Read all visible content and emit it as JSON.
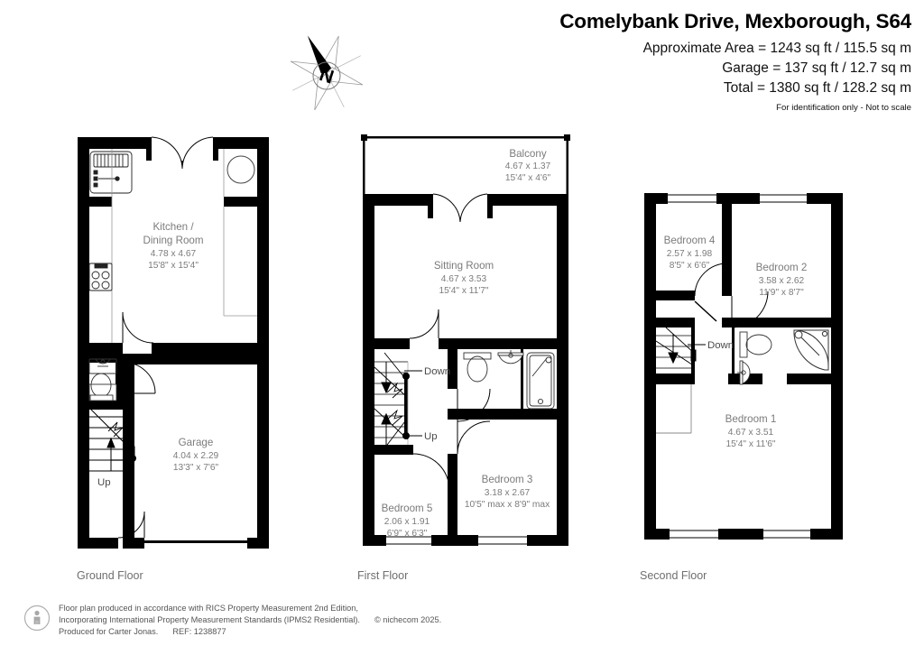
{
  "header": {
    "title": "Comelybank Drive, Mexborough, S64",
    "areas": [
      "Approximate Area = 1243 sq ft / 115.5 sq m",
      "Garage = 137 sq ft / 12.7 sq m",
      "Total = 1380 sq ft / 128.2 sq m"
    ],
    "disclaimer": "For identification only - Not to scale"
  },
  "compass": {
    "north_label": "N",
    "icon": "compass-rose-icon"
  },
  "floors": [
    {
      "id": "ground",
      "label": "Ground Floor",
      "rooms": [
        {
          "name": "Kitchen /",
          "name2": "Dining Room",
          "dim_m": "4.78 x 4.67",
          "dim_ft": "15'8\" x 15'4\""
        },
        {
          "name": "Garage",
          "dim_m": "4.04 x 2.29",
          "dim_ft": "13'3\" x 7'6\""
        }
      ],
      "stairs": [
        {
          "label": "Up"
        }
      ],
      "fixtures": [
        "sink-icon",
        "hob-icon",
        "wc-toilet-icon",
        "wc-basin-icon",
        "round-table-icon"
      ]
    },
    {
      "id": "first",
      "label": "First Floor",
      "rooms": [
        {
          "name": "Balcony",
          "dim_m": "4.67 x 1.37",
          "dim_ft": "15'4\" x 4'6\""
        },
        {
          "name": "Sitting Room",
          "dim_m": "4.67 x 3.53",
          "dim_ft": "15'4\" x 11'7\""
        },
        {
          "name": "Bedroom 3",
          "dim_m": "3.18 x 2.67",
          "dim_ft": "10'5\" max x 8'9\" max"
        },
        {
          "name": "Bedroom 5",
          "dim_m": "2.06 x 1.91",
          "dim_ft": "6'9\" x 6'3\""
        }
      ],
      "stairs": [
        {
          "label": "Down"
        },
        {
          "label": "Up"
        }
      ],
      "fixtures": [
        "bath-icon",
        "toilet-icon",
        "basin-icon"
      ]
    },
    {
      "id": "second",
      "label": "Second Floor",
      "rooms": [
        {
          "name": "Bedroom 4",
          "dim_m": "2.57 x 1.98",
          "dim_ft": "8'5\" x 6'6\""
        },
        {
          "name": "Bedroom 2",
          "dim_m": "3.58 x 2.62",
          "dim_ft": "11'9\" x 8'7\""
        },
        {
          "name": "Bedroom 1",
          "dim_m": "4.67 x 3.51",
          "dim_ft": "15'4\" x 11'6\""
        }
      ],
      "stairs": [
        {
          "label": "Down"
        }
      ],
      "fixtures": [
        "shower-corner-icon",
        "toilet-icon",
        "basin-icon"
      ]
    }
  ],
  "footer": {
    "icon": "ipms-person-icon",
    "line1": "Floor plan produced in accordance with RICS Property Measurement 2nd Edition,",
    "line2": "Incorporating International Property Measurement Standards (IPMS2 Residential).",
    "copyright": "© nichecom 2025.",
    "line3": "Produced for Carter Jonas.",
    "ref": "REF: 1238877"
  },
  "colors": {
    "wall": "#000000",
    "room_text": "#7b7b7b",
    "floor_label": "#6f6f6f",
    "footer_text": "#555555",
    "background": "#ffffff"
  }
}
